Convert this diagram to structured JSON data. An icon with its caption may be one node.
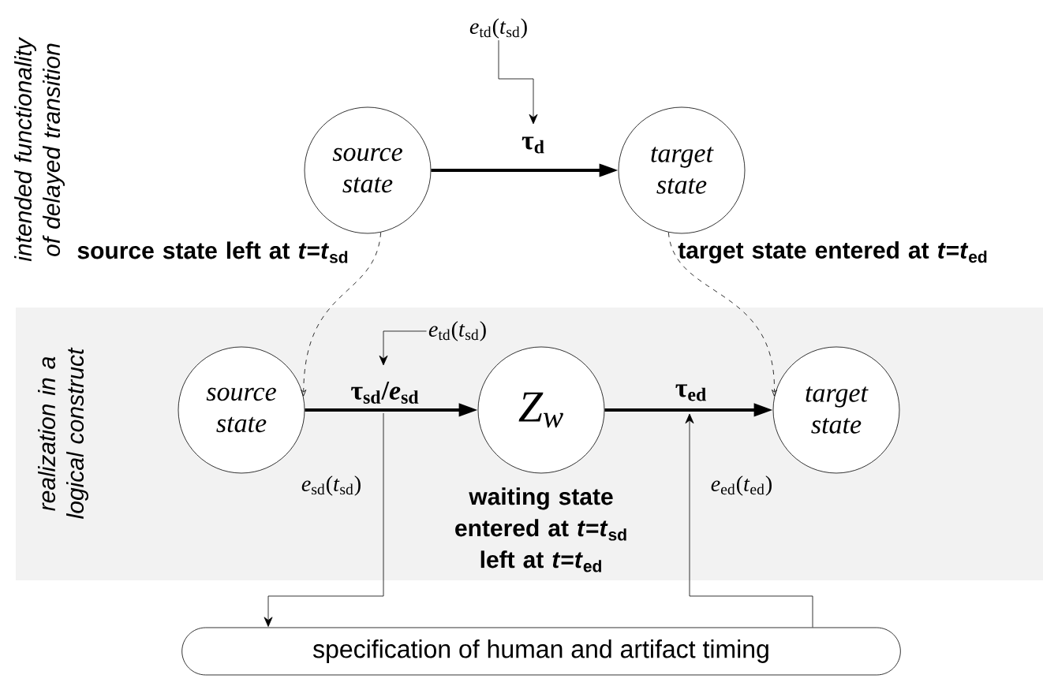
{
  "diagram": {
    "nodes": [
      {
        "text": [
          "source state"
        ],
        "beside": [
          "source state left at *t*=*t*$_{sd}$"
        ]
      },
      {
        "text": [
          "target state"
        ],
        "beside": [
          "target state entered at *t*=*t*$_{ed}$"
        ]
      },
      {
        "text": [
          "source state"
        ]
      },
      {
        "text": [
          "Z$_{w}$"
        ],
        "beside": [
          "waiting state entered at *t*=*t*$_{sd}$ left at *t*=*t*$_{ed}$"
        ]
      },
      {
        "text": [
          "target state"
        ]
      },
      {
        "text": [
          "specification of human and artifact timing"
        ]
      },
      {
        "text": [
          "*e*$_{td}$(*t*$_{sd}$)"
        ]
      },
      {
        "text": [
          "*e*$_{td}$(*t*$_{sd}$)"
        ]
      }
    ],
    "edges": [
      {
        "from": 0,
        "to": 1,
        "arrow": "to",
        "style": "thick",
        "label": "τ$_{d}$"
      },
      {
        "from": 2,
        "to": 3,
        "arrow": "to",
        "style": "thick",
        "label": "τ$_{sd}$/*e*$_{sd}$"
      },
      {
        "from": 3,
        "to": 4,
        "arrow": "to",
        "style": "thick",
        "label": "τ$_{ed}$"
      },
      {
        "from": 0,
        "to": 2,
        "arrow": "to",
        "style": "dashed"
      },
      {
        "from": 1,
        "to": 4,
        "arrow": "to",
        "style": "dashed"
      },
      {
        "from": 6,
        "to": null,
        "arrow": "to"
      },
      {
        "from": 7,
        "to": null,
        "arrow": "to"
      },
      {
        "from": null,
        "to": 5,
        "arrow": "to",
        "label": "*e*$_{sd}$(*t*$_{sd}$)"
      },
      {
        "from": 5,
        "to": null,
        "arrow": "to",
        "label": "*e*$_{ed}$(*t*$_{ed}$)"
      }
    ],
    "labels": [
      "intended functionality of delayed transition",
      "realization in a logical construct"
    ]
  }
}
